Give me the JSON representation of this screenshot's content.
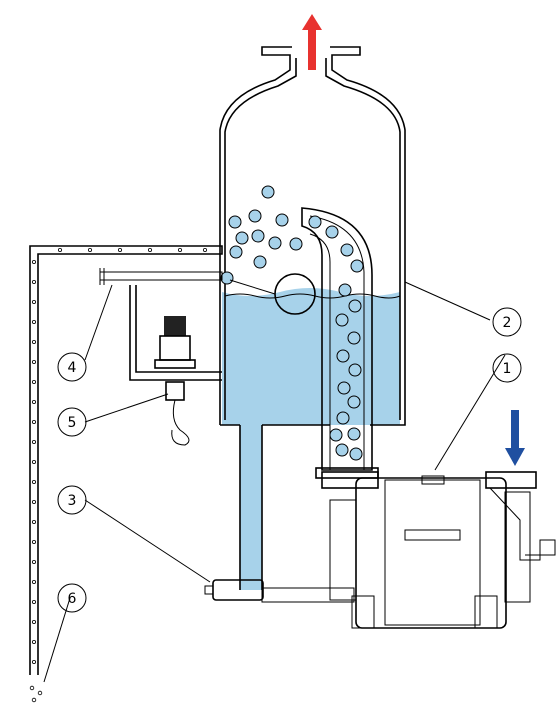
{
  "callouts": [
    {
      "id": "1",
      "label": "1"
    },
    {
      "id": "2",
      "label": "2"
    },
    {
      "id": "3",
      "label": "3"
    },
    {
      "id": "4",
      "label": "4"
    },
    {
      "id": "5",
      "label": "5"
    },
    {
      "id": "6",
      "label": "6"
    }
  ],
  "colors": {
    "liquid": "#a7d2ea",
    "bubble": "#a7d2ea",
    "outline": "#000000",
    "outlet_arrow": "#e8322f",
    "inlet_arrow": "#1f4fa0"
  },
  "icons": {
    "outlet": "arrow-up-icon",
    "inlet": "arrow-down-icon"
  }
}
